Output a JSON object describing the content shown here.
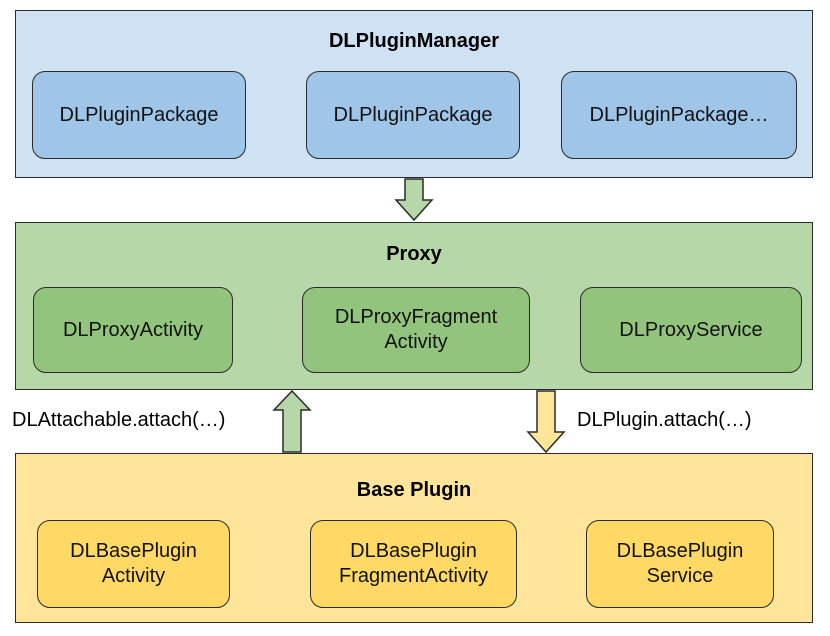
{
  "manager": {
    "title": "DLPluginManager",
    "packages": [
      "DLPluginPackage",
      "DLPluginPackage",
      "DLPluginPackage…"
    ]
  },
  "proxy": {
    "title": "Proxy",
    "items": [
      "DLProxyActivity",
      "DLProxyFragment\nActivity",
      "DLProxyService"
    ]
  },
  "base_plugin": {
    "title": "Base Plugin",
    "items": [
      "DLBasePlugin\nActivity",
      "DLBasePlugin\nFragmentActivity",
      "DLBasePlugin\nService"
    ]
  },
  "arrows": {
    "attachable_label": "DLAttachable.attach(…)",
    "plugin_label": "DLPlugin.attach(…)"
  },
  "colors": {
    "manager_bg": "#cfe2f3",
    "manager_box": "#9fc5e8",
    "proxy_bg": "#b6d7a8",
    "proxy_box": "#93c47d",
    "base_bg": "#ffe599",
    "base_box": "#ffd966",
    "arrow_green": "#b6d7a8",
    "arrow_yellow": "#ffe599"
  }
}
